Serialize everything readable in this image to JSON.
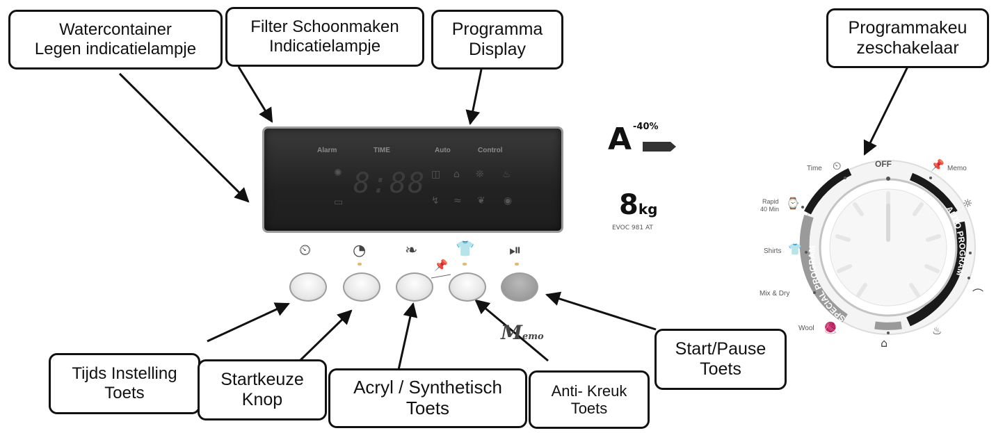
{
  "callouts": {
    "watercontainer": [
      "Watercontainer",
      "Legen indicatielampje"
    ],
    "filter": [
      "Filter Schoonmaken",
      "Indicatielampje"
    ],
    "programma_display": [
      "Programma",
      "Display"
    ],
    "programmakeuzeschakelaar": [
      "Programmakeu",
      "zeschakelaar"
    ],
    "tijds_instelling": [
      "Tijds Instelling",
      "Toets"
    ],
    "startkeuze": [
      "Startkeuze",
      "Knop"
    ],
    "acryl": [
      "Acryl / Synthetisch",
      "Toets"
    ],
    "anti_kreuk": [
      "Anti- Kreuk",
      "Toets"
    ],
    "start_pause": [
      "Start/Pause",
      "Toets"
    ]
  },
  "display": {
    "labels": {
      "alarm": "Alarm",
      "time": "TIME",
      "auto": "Auto",
      "control": "Control"
    },
    "digits": "8:88"
  },
  "branding": {
    "energy_class": "A",
    "energy_pct": "-40%",
    "capacity_number": "8",
    "capacity_unit": "kg",
    "model": "EVOC 981 AT"
  },
  "memo": {
    "big": "M",
    "small": "emo"
  },
  "dial": {
    "off": "OFF",
    "time": "Time",
    "memo": "Memo",
    "rapid_1": "Rapid",
    "rapid_2": "40 Min",
    "shirts": "Shirts",
    "mix_dry": "Mix & Dry",
    "wool": "Wool",
    "auto_program": "AUTO PROGRAM",
    "special_program": "SPECIAL PROGRAM"
  },
  "colors": {
    "display_bg": "#252525",
    "led": "#e8b86a",
    "dial_dark_arc": "#1a1a1a",
    "dial_grey_arc": "#9a9a9a"
  },
  "icons": [
    "clock-icon",
    "timer-icon",
    "leaf-icon",
    "shirt-icon",
    "play-pause-icon",
    "pin-icon",
    "sun-icon",
    "iron-icon",
    "wool-icon"
  ]
}
